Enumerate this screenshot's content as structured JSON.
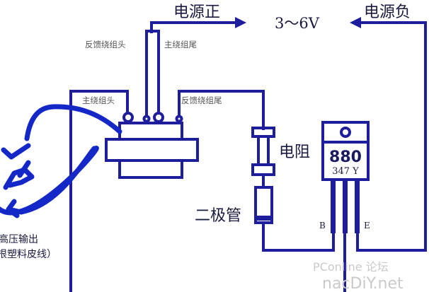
{
  "labels": {
    "positive": "电源正",
    "negative": "电源负",
    "voltage": "3～6V",
    "feedback_head": "反馈绕组头",
    "main_tail": "主绕组尾",
    "main_head": "主绕组头",
    "feedback_tail": "反馈绕组尾",
    "resistor": "电阻",
    "diode": "二极管",
    "hv_output_1": "高压输出",
    "hv_output_2": "根塑料皮线）"
  },
  "transistor": {
    "model": "880",
    "code": "347 Y",
    "pin_b": "B",
    "pin_e": "E"
  },
  "watermark": {
    "line1": "PConline 论坛",
    "line2": "nacDiY.net"
  },
  "colors": {
    "wire": "#1e1e9c",
    "hand_drawn": "#1428c8"
  }
}
